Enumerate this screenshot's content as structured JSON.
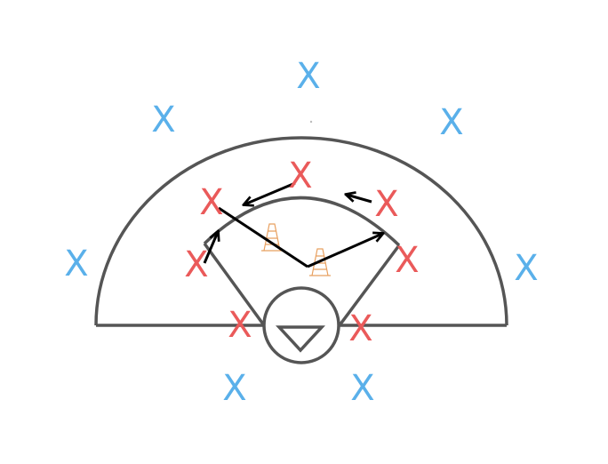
{
  "diagram": {
    "colors": {
      "offense_x": "#5ab0ea",
      "defense_x": "#ea5a5a",
      "court_lines": "#555555",
      "arrows": "#000000",
      "cones": "#e8a060",
      "background": "#ffffff"
    },
    "marker_glyph": "X",
    "icons": {
      "cone": "traffic-cone-icon",
      "arrow": "arrow-icon"
    },
    "blue_markers": [
      {
        "id": "top",
        "text": "X"
      },
      {
        "id": "upper-left",
        "text": "X"
      },
      {
        "id": "upper-right",
        "text": "X"
      },
      {
        "id": "left",
        "text": "X"
      },
      {
        "id": "right",
        "text": "X"
      },
      {
        "id": "bottom-left",
        "text": "X"
      },
      {
        "id": "bottom-right",
        "text": "X"
      }
    ],
    "red_markers": [
      {
        "id": "top-center",
        "text": "X"
      },
      {
        "id": "upper-left",
        "text": "X"
      },
      {
        "id": "upper-right",
        "text": "X"
      },
      {
        "id": "mid-left",
        "text": "X"
      },
      {
        "id": "mid-right",
        "text": "X"
      },
      {
        "id": "low-left",
        "text": "X"
      },
      {
        "id": "low-right",
        "text": "X"
      }
    ]
  }
}
